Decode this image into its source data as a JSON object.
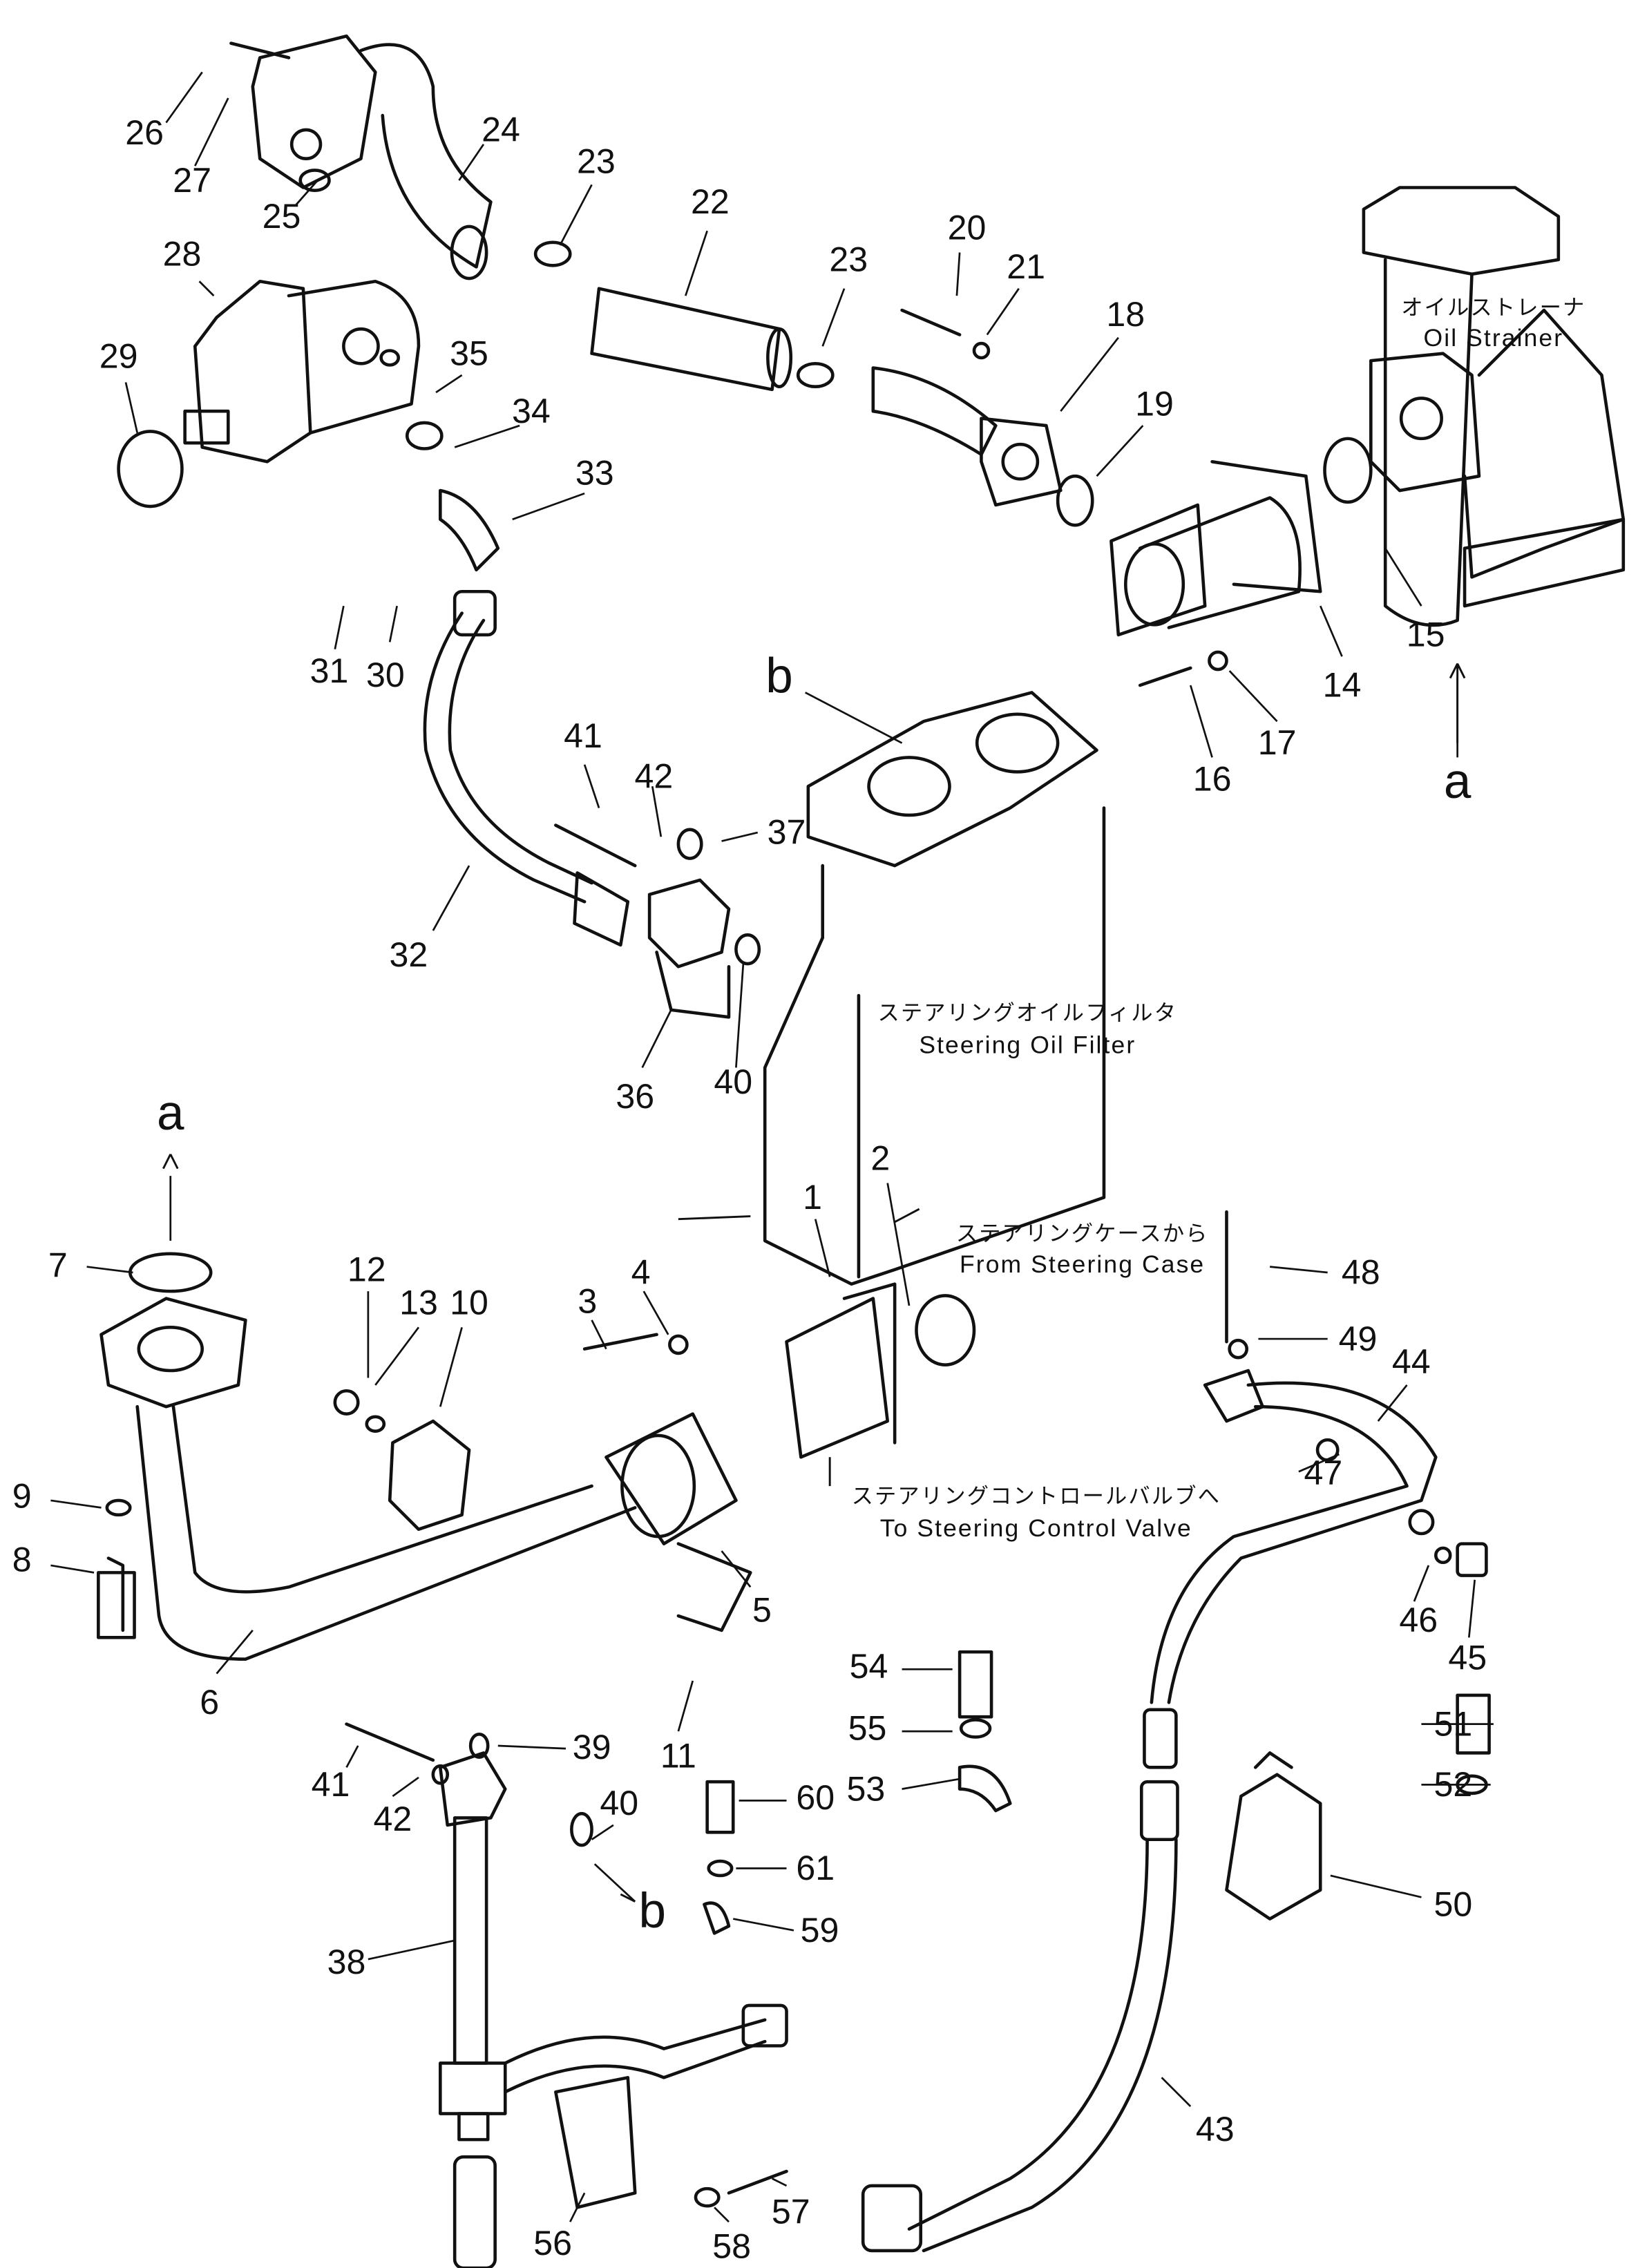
{
  "callouts": [
    "26",
    "27",
    "24",
    "25",
    "23",
    "22",
    "23",
    "20",
    "21",
    "18",
    "28",
    "29",
    "35",
    "34",
    "33",
    "19",
    "15",
    "14",
    "17",
    "16",
    "31",
    "30",
    "a",
    "b",
    "41",
    "42",
    "37",
    "32",
    "36",
    "40",
    "a",
    "1",
    "2",
    "7",
    "12",
    "13",
    "10",
    "3",
    "4",
    "48",
    "49",
    "44",
    "47",
    "9",
    "8",
    "6",
    "5",
    "46",
    "45",
    "11",
    "54",
    "55",
    "53",
    "51",
    "52",
    "41",
    "42",
    "39",
    "40",
    "b",
    "60",
    "61",
    "59",
    "50",
    "38",
    "43",
    "56",
    "58",
    "57"
  ],
  "notes": {
    "oil_strainer_ja": "オイルストレーナ",
    "oil_strainer_en": "Oil Strainer",
    "steering_oil_filter_ja": "ステアリングオイルフィルタ",
    "steering_oil_filter_en": "Steering Oil Filter",
    "from_steering_case_ja": "ステアリングケースから",
    "from_steering_case_en": "From Steering Case",
    "to_steering_control_valve_ja": "ステアリングコントロールバルブへ",
    "to_steering_control_valve_en": "To Steering Control Valve"
  }
}
